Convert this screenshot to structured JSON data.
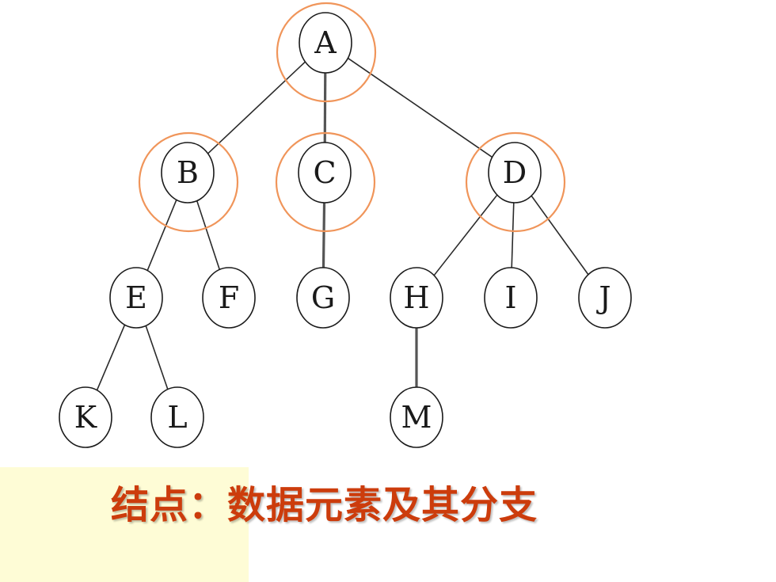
{
  "colors": {
    "highlight_circle": "#f0955a",
    "caption_background": "#fefcd6",
    "caption_text": "#cc3c0c"
  },
  "tree": {
    "nodes": [
      {
        "id": "A",
        "label": "A",
        "highlighted": true
      },
      {
        "id": "B",
        "label": "B",
        "highlighted": true
      },
      {
        "id": "C",
        "label": "C",
        "highlighted": true
      },
      {
        "id": "D",
        "label": "D",
        "highlighted": true
      },
      {
        "id": "E",
        "label": "E",
        "highlighted": false
      },
      {
        "id": "F",
        "label": "F",
        "highlighted": false
      },
      {
        "id": "G",
        "label": "G",
        "highlighted": false
      },
      {
        "id": "H",
        "label": "H",
        "highlighted": false
      },
      {
        "id": "I",
        "label": "I",
        "highlighted": false
      },
      {
        "id": "J",
        "label": "J",
        "highlighted": false
      },
      {
        "id": "K",
        "label": "K",
        "highlighted": false
      },
      {
        "id": "L",
        "label": "L",
        "highlighted": false
      },
      {
        "id": "M",
        "label": "M",
        "highlighted": false
      }
    ],
    "edges": [
      {
        "from": "A",
        "to": "B"
      },
      {
        "from": "A",
        "to": "C"
      },
      {
        "from": "A",
        "to": "D"
      },
      {
        "from": "B",
        "to": "E"
      },
      {
        "from": "B",
        "to": "F"
      },
      {
        "from": "C",
        "to": "G"
      },
      {
        "from": "D",
        "to": "H"
      },
      {
        "from": "D",
        "to": "I"
      },
      {
        "from": "D",
        "to": "J"
      },
      {
        "from": "E",
        "to": "K"
      },
      {
        "from": "E",
        "to": "L"
      },
      {
        "from": "H",
        "to": "M"
      }
    ]
  },
  "caption": {
    "text": "结点：数据元素及其分支"
  }
}
